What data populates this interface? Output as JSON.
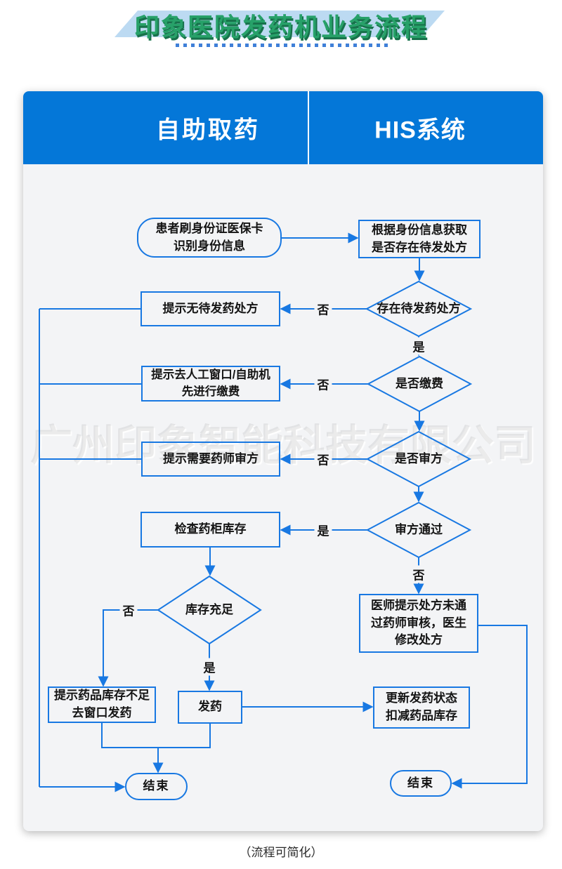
{
  "title": {
    "text": "印象医院发药机业务流程"
  },
  "header": {
    "left": "自助取药",
    "right": "HIS系统"
  },
  "watermark": "广州印象智能科技有限公司",
  "caption": "（流程可简化）",
  "colors": {
    "header_blue": "#0477d8",
    "flow_stroke_blue": "#1878e2",
    "title_green": "#27a169",
    "title_green_shadow": "#17714b",
    "ribbon_light_blue": "#bcdaf2",
    "card_background": "#f3f4f6",
    "dots_blue": "#3f80d8"
  },
  "nodes": {
    "start": "患者刷身份证医保卡\n识别身份信息",
    "his_query": "根据身份信息获取\n是否存在待发处方",
    "has_pending_rx": "存在待发药处方",
    "no_pending_tip": "提示无待发药处方",
    "is_paid": "是否缴费",
    "pay_tip": "提示去人工窗口/自助机\n先进行缴费",
    "need_review": "是否审方",
    "review_tip": "提示需要药师审方",
    "review_passed": "审方通过",
    "check_stock": "检查药柜库存",
    "doctor_modify": "医师提示处方未通\n过药师审核，医生\n修改处方",
    "stock_enough": "库存充足",
    "stock_low_tip": "提示药品库存不足\n去窗口发药",
    "dispense": "发药",
    "update_status": "更新发药状态\n扣减药品库存",
    "end_left": "结束",
    "end_right": "结束"
  },
  "labels": {
    "yes": "是",
    "no": "否"
  }
}
